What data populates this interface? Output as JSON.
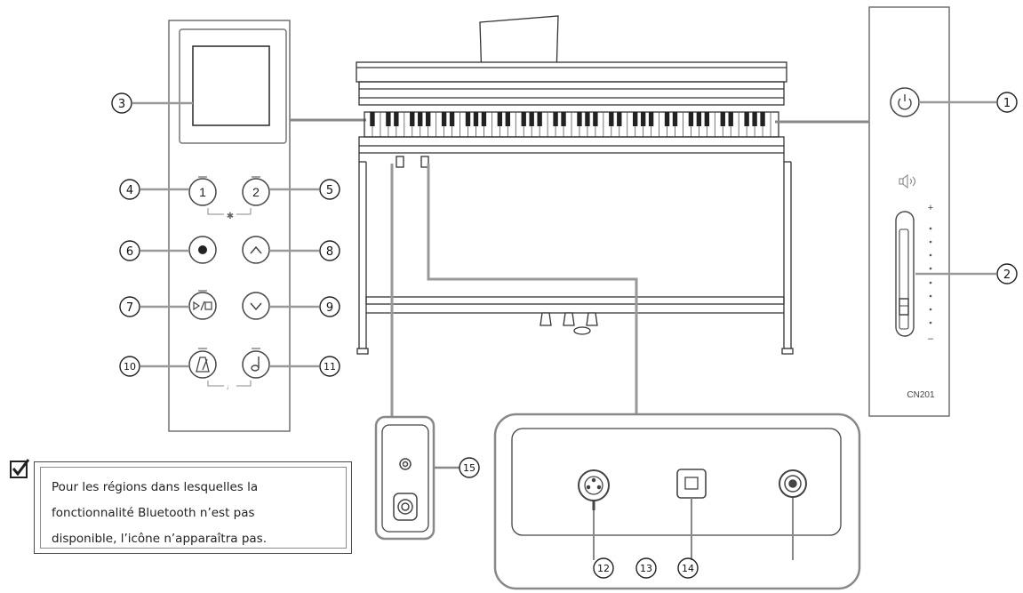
{
  "note": {
    "lines": [
      "Pour les régions dans lesquelles la",
      "fonctionnalité Bluetooth n’est pas",
      "disponible, l’icône n’apparaîtra pas."
    ]
  },
  "model_label": "CN201",
  "panel_buttons": {
    "button_1": "1",
    "button_2": "2",
    "bluetooth_symbol": "✱"
  },
  "volume_marks": {
    "plus": "+",
    "minus": "–"
  },
  "callouts": {
    "c1": "1",
    "c2": "2",
    "c3": "3",
    "c4": "4",
    "c5": "5",
    "c6": "6",
    "c7": "7",
    "c8": "8",
    "c9": "9",
    "c10": "10",
    "c11": "11",
    "c12": "12",
    "c13": "13",
    "c14": "14",
    "c15": "15"
  },
  "icons": [
    "power-icon",
    "speaker-icon",
    "record-icon",
    "play-stop-icon",
    "up-arrow-icon",
    "down-arrow-icon",
    "metronome-icon",
    "music-note-icon",
    "midi-port-icon",
    "usb-b-port-icon",
    "coaxial-jack-icon",
    "headphone-jack-icon",
    "checkmark-icon",
    "bluetooth-icon"
  ]
}
